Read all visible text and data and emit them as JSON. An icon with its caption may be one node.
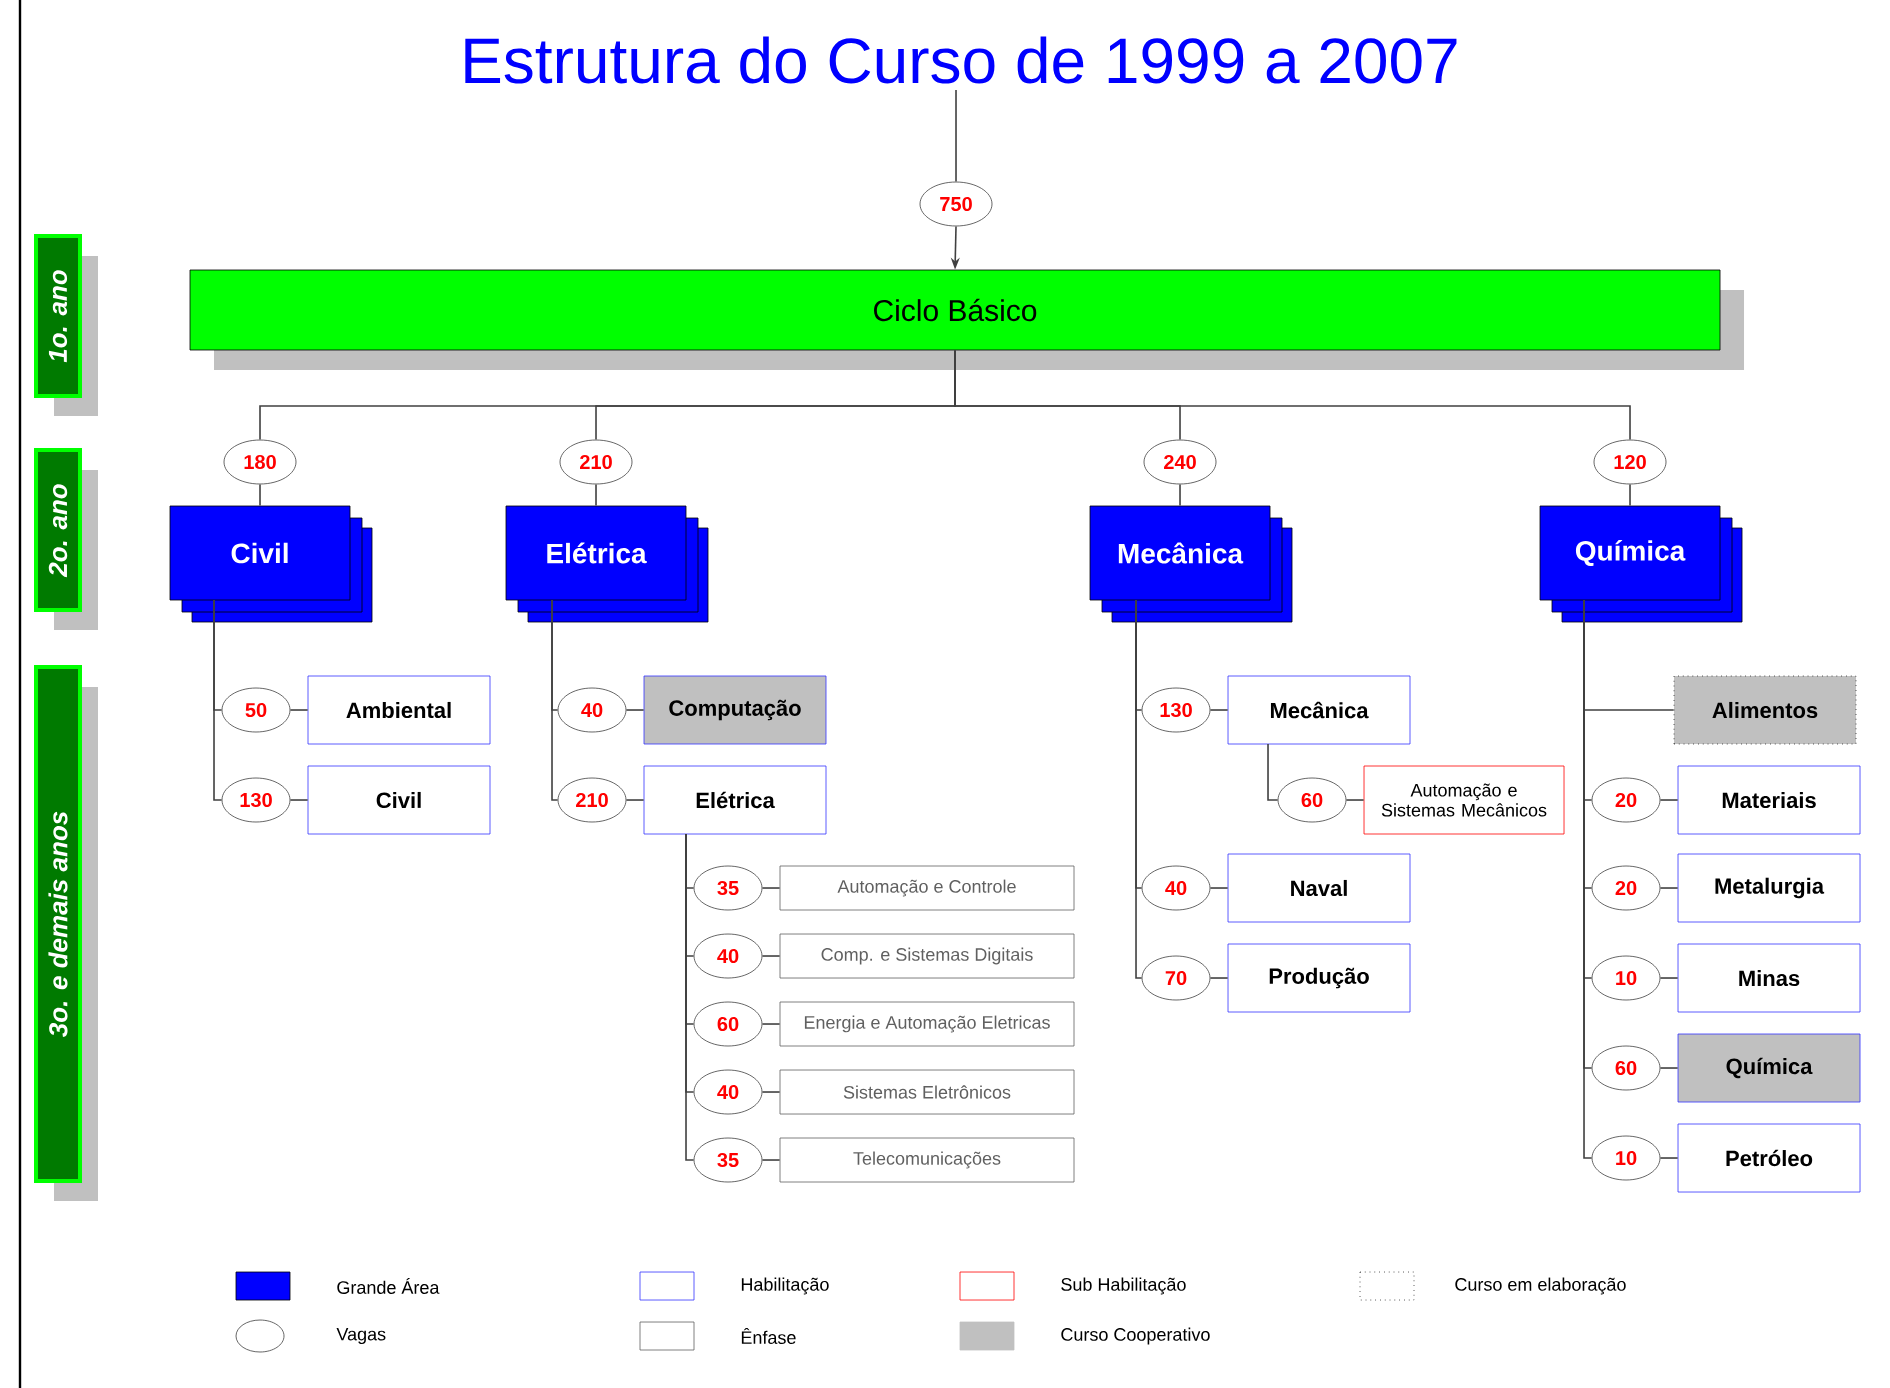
{
  "diagram": {
    "title": "Estrutura do Curso de 1999 a 2007",
    "nodes": [
      {
        "text": [
          "1o. ano"
        ]
      },
      {
        "text": [
          "2o. ano"
        ]
      },
      {
        "text": [
          "3o. e demais anos"
        ]
      },
      {
        "text": [
          "750"
        ]
      },
      {
        "text": [
          "Ciclo Básico"
        ]
      },
      {
        "text": [
          "180"
        ]
      },
      {
        "text": [
          "Civil"
        ]
      },
      {
        "text": [
          "210"
        ]
      },
      {
        "text": [
          "Elétrica"
        ]
      },
      {
        "text": [
          "240"
        ]
      },
      {
        "text": [
          "Mecânica"
        ]
      },
      {
        "text": [
          "120"
        ]
      },
      {
        "text": [
          "Química"
        ]
      },
      {
        "text": [
          "50"
        ]
      },
      {
        "text": [
          "Ambiental"
        ]
      },
      {
        "text": [
          "130"
        ]
      },
      {
        "text": [
          "Civil"
        ]
      },
      {
        "text": [
          "40"
        ]
      },
      {
        "text": [
          "Computação"
        ]
      },
      {
        "text": [
          "210"
        ]
      },
      {
        "text": [
          "Elétrica"
        ]
      },
      {
        "text": [
          "35"
        ]
      },
      {
        "text": [
          "Automação e Controle"
        ]
      },
      {
        "text": [
          "40"
        ]
      },
      {
        "text": [
          "Comp. e Sistemas Digitais"
        ]
      },
      {
        "text": [
          "60"
        ]
      },
      {
        "text": [
          "Energia e Automação Eletricas"
        ]
      },
      {
        "text": [
          "40"
        ]
      },
      {
        "text": [
          "Sistemas Eletrônicos"
        ]
      },
      {
        "text": [
          "35"
        ]
      },
      {
        "text": [
          "Telecomunicações"
        ]
      },
      {
        "text": [
          "130"
        ]
      },
      {
        "text": [
          "Mecânica"
        ]
      },
      {
        "text": [
          "60"
        ]
      },
      {
        "text": [
          "Automação e Sistemas Mecânicos"
        ]
      },
      {
        "text": [
          "40"
        ]
      },
      {
        "text": [
          "Naval"
        ]
      },
      {
        "text": [
          "70"
        ]
      },
      {
        "text": [
          "Produção"
        ]
      },
      {
        "text": [
          "Alimentos"
        ]
      },
      {
        "text": [
          "20"
        ]
      },
      {
        "text": [
          "Materiais"
        ]
      },
      {
        "text": [
          "20"
        ]
      },
      {
        "text": [
          "Metalurgia"
        ]
      },
      {
        "text": [
          "10"
        ]
      },
      {
        "text": [
          "Minas"
        ]
      },
      {
        "text": [
          "60"
        ]
      },
      {
        "text": [
          "Química"
        ]
      },
      {
        "text": [
          "10"
        ]
      },
      {
        "text": [
          "Petróleo"
        ]
      }
    ],
    "edges": [
      {
        "from": null,
        "to": 3,
        "arrow": "none"
      },
      {
        "from": 3,
        "to": 4,
        "arrow": "to"
      },
      {
        "from": 4,
        "to": 5,
        "arrow": "none"
      },
      {
        "from": 4,
        "to": 7,
        "arrow": "none"
      },
      {
        "from": 4,
        "to": 9,
        "arrow": "none"
      },
      {
        "from": 4,
        "to": 11,
        "arrow": "none"
      },
      {
        "from": 5,
        "to": 6,
        "arrow": "none"
      },
      {
        "from": 7,
        "to": 8,
        "arrow": "none"
      },
      {
        "from": 9,
        "to": 10,
        "arrow": "none"
      },
      {
        "from": 11,
        "to": 12,
        "arrow": "none"
      },
      {
        "from": 6,
        "to": 13,
        "arrow": "none"
      },
      {
        "from": 13,
        "to": 14,
        "arrow": "none"
      },
      {
        "from": 6,
        "to": 15,
        "arrow": "none"
      },
      {
        "from": 15,
        "to": 16,
        "arrow": "none"
      },
      {
        "from": 8,
        "to": 17,
        "arrow": "none"
      },
      {
        "from": 17,
        "to": 18,
        "arrow": "none"
      },
      {
        "from": 8,
        "to": 19,
        "arrow": "none"
      },
      {
        "from": 19,
        "to": 20,
        "arrow": "none"
      },
      {
        "from": 20,
        "to": 21,
        "arrow": "none"
      },
      {
        "from": 21,
        "to": 22,
        "arrow": "none"
      },
      {
        "from": 20,
        "to": 23,
        "arrow": "none"
      },
      {
        "from": 23,
        "to": 24,
        "arrow": "none"
      },
      {
        "from": 20,
        "to": 25,
        "arrow": "none"
      },
      {
        "from": 25,
        "to": 26,
        "arrow": "none"
      },
      {
        "from": 20,
        "to": 27,
        "arrow": "none"
      },
      {
        "from": 27,
        "to": 28,
        "arrow": "none"
      },
      {
        "from": 20,
        "to": 29,
        "arrow": "none"
      },
      {
        "from": 29,
        "to": 30,
        "arrow": "none"
      },
      {
        "from": 10,
        "to": 31,
        "arrow": "none"
      },
      {
        "from": 31,
        "to": 32,
        "arrow": "none"
      },
      {
        "from": 32,
        "to": 33,
        "arrow": "none"
      },
      {
        "from": 33,
        "to": 34,
        "arrow": "none"
      },
      {
        "from": 10,
        "to": 35,
        "arrow": "none"
      },
      {
        "from": 35,
        "to": 36,
        "arrow": "none"
      },
      {
        "from": 10,
        "to": 37,
        "arrow": "none"
      },
      {
        "from": 37,
        "to": 38,
        "arrow": "none"
      },
      {
        "from": 12,
        "to": 39,
        "arrow": "none"
      },
      {
        "from": 12,
        "to": 40,
        "arrow": "none"
      },
      {
        "from": 40,
        "to": 41,
        "arrow": "none"
      },
      {
        "from": 12,
        "to": 42,
        "arrow": "none"
      },
      {
        "from": 42,
        "to": 43,
        "arrow": "none"
      },
      {
        "from": 12,
        "to": 44,
        "arrow": "none"
      },
      {
        "from": 44,
        "to": 45,
        "arrow": "none"
      },
      {
        "from": 12,
        "to": 46,
        "arrow": "none"
      },
      {
        "from": 46,
        "to": 47,
        "arrow": "none"
      },
      {
        "from": 12,
        "to": 48,
        "arrow": "none"
      },
      {
        "from": 48,
        "to": 49,
        "arrow": "none"
      }
    ],
    "legend": [
      {
        "text": "Grande Área",
        "color": "#0000ff"
      },
      {
        "text": "Habilitação"
      },
      {
        "text": "Sub Habilitação"
      },
      {
        "text": "Curso em elaboração"
      },
      {
        "text": "Vagas"
      },
      {
        "text": "Ênfase"
      },
      {
        "text": "Curso Cooperativo",
        "color": "#c0c0c0"
      }
    ]
  }
}
